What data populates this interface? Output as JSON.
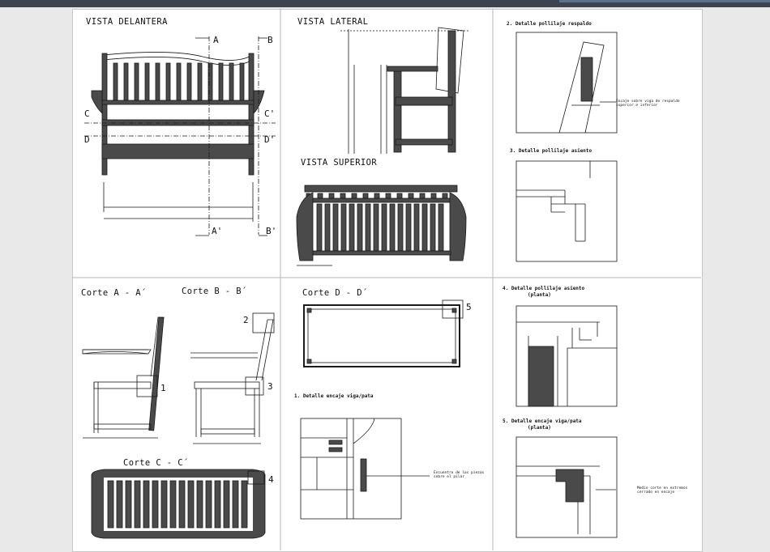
{
  "views": {
    "vista_delantera": "VISTA DELANTERA",
    "vista_lateral": "VISTA LATERAL",
    "vista_superior": "VISTA SUPERIOR",
    "corte_aa": "Corte A - A´",
    "corte_bb": "Corte B - B´",
    "corte_cc": "Corte C - C´",
    "corte_dd": "Corte D - D´"
  },
  "section_marks": {
    "a": "A",
    "b": "B",
    "c": "C",
    "c2": "C'",
    "d": "D",
    "d2": "D'",
    "a2": "A'",
    "b2": "B'"
  },
  "callouts": {
    "n1": "1",
    "n2": "2",
    "n3": "3",
    "n4": "4",
    "n5": "5"
  },
  "details": {
    "d1": "1. Detalle encaje viga/pata",
    "d2": "2. Detalle pollilaje respaldo",
    "d3": "3. Detalle pollilaje asiento",
    "d4": "4. Detalle pollilaje asiento",
    "d4_sub": "(planta)",
    "d5": "5. Detalle encaje viga/pata",
    "d5_sub": "(planta)"
  },
  "notes": {
    "n2": "Encaje sobre viga de respaldo superior e inferior",
    "n1": "Encuentro de las piezas sobre el pilar",
    "n5": "Medio corte en extremos cerrado en encaje"
  },
  "colors": {
    "line": "#1a1a1a",
    "fill": "#4a4a4a",
    "frame": "#b5b5b5",
    "bg": "#e9e9e9"
  }
}
